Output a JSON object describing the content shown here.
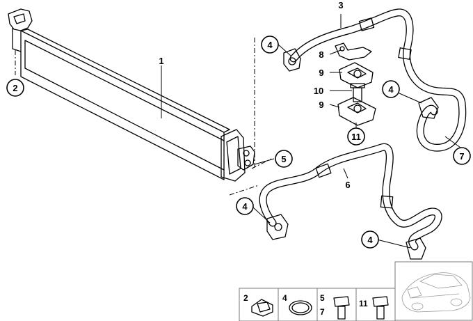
{
  "callouts": {
    "c1": "1",
    "c2": "2",
    "c3": "3",
    "c4a": "4",
    "c4b": "4",
    "c4c": "4",
    "c4d": "4",
    "c5": "5",
    "c6": "6",
    "c7": "7",
    "c8": "8",
    "c9a": "9",
    "c9b": "9",
    "c10": "10",
    "c11": "11"
  },
  "legend": {
    "box_a": "2",
    "box_b": "4",
    "box_c_top": "5",
    "box_c_bottom": "7",
    "box_d": "11"
  },
  "icons": {
    "thumbnail": "car-location-thumbnail-icon"
  }
}
